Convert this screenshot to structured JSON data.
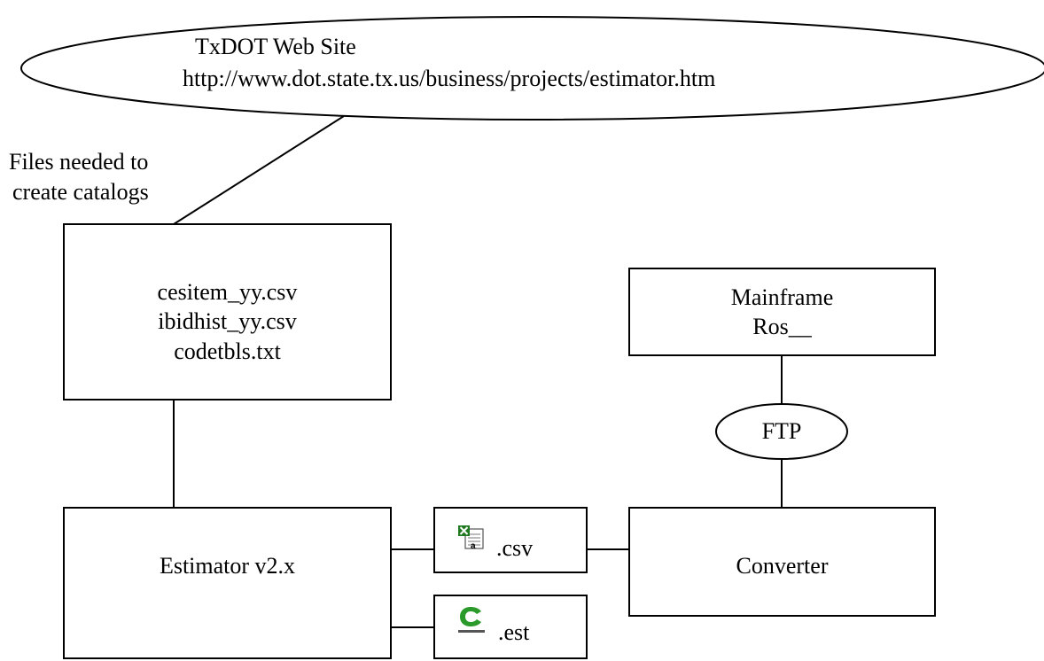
{
  "website": {
    "title": "TxDOT Web Site",
    "url": "http://www.dot.state.tx.us/business/projects/estimator.htm"
  },
  "files_note": {
    "line1": "Files needed to",
    "line2": "create catalogs"
  },
  "files_box": {
    "line1": "cesitem_yy.csv",
    "line2": "ibidhist_yy.csv",
    "line3": "codetbls.txt"
  },
  "mainframe_box": {
    "line1": "Mainframe",
    "line2": "Ros__"
  },
  "ftp": {
    "label": "FTP"
  },
  "estimator_box": {
    "label": "Estimator v2.x"
  },
  "csv_file": {
    "label": ".csv",
    "icon": "excel-csv-icon",
    "icon_color": "#1f7a1f"
  },
  "est_file": {
    "label": ".est",
    "icon": "estimator-c-icon",
    "icon_color": "#2a9a2a"
  },
  "converter_box": {
    "label": "Converter"
  }
}
